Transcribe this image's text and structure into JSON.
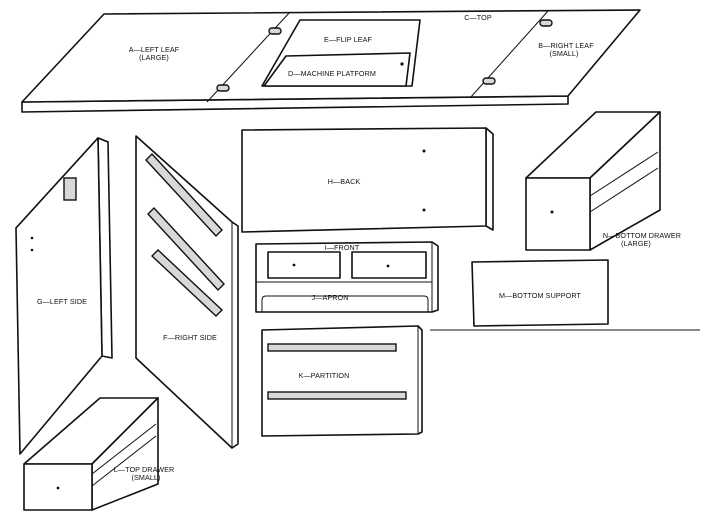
{
  "parts": {
    "top": {
      "label": "C—TOP"
    },
    "left_leaf": {
      "label": "A—LEFT LEAF",
      "sub": "(LARGE)"
    },
    "flip_leaf": {
      "label": "E—FLIP LEAF"
    },
    "machine_platform": {
      "label": "D—MACHINE PLATFORM"
    },
    "right_leaf": {
      "label": "B—RIGHT LEAF",
      "sub": "(SMALL)"
    },
    "back": {
      "label": "H—BACK"
    },
    "front": {
      "label": "I—FRONT"
    },
    "apron": {
      "label": "J—APRON"
    },
    "bottom_drawer": {
      "label": "N—BOTTOM DRAWER",
      "sub": "(LARGE)"
    },
    "bottom_support": {
      "label": "M—BOTTOM SUPPORT"
    },
    "left_side": {
      "label": "G—LEFT SIDE"
    },
    "right_side": {
      "label": "F—RIGHT SIDE"
    },
    "partition": {
      "label": "K—PARTITION"
    },
    "top_drawer": {
      "label": "L—TOP DRAWER",
      "sub": "(SMALL)"
    }
  },
  "colors": {
    "ink": "#111111",
    "paper": "#ffffff"
  }
}
